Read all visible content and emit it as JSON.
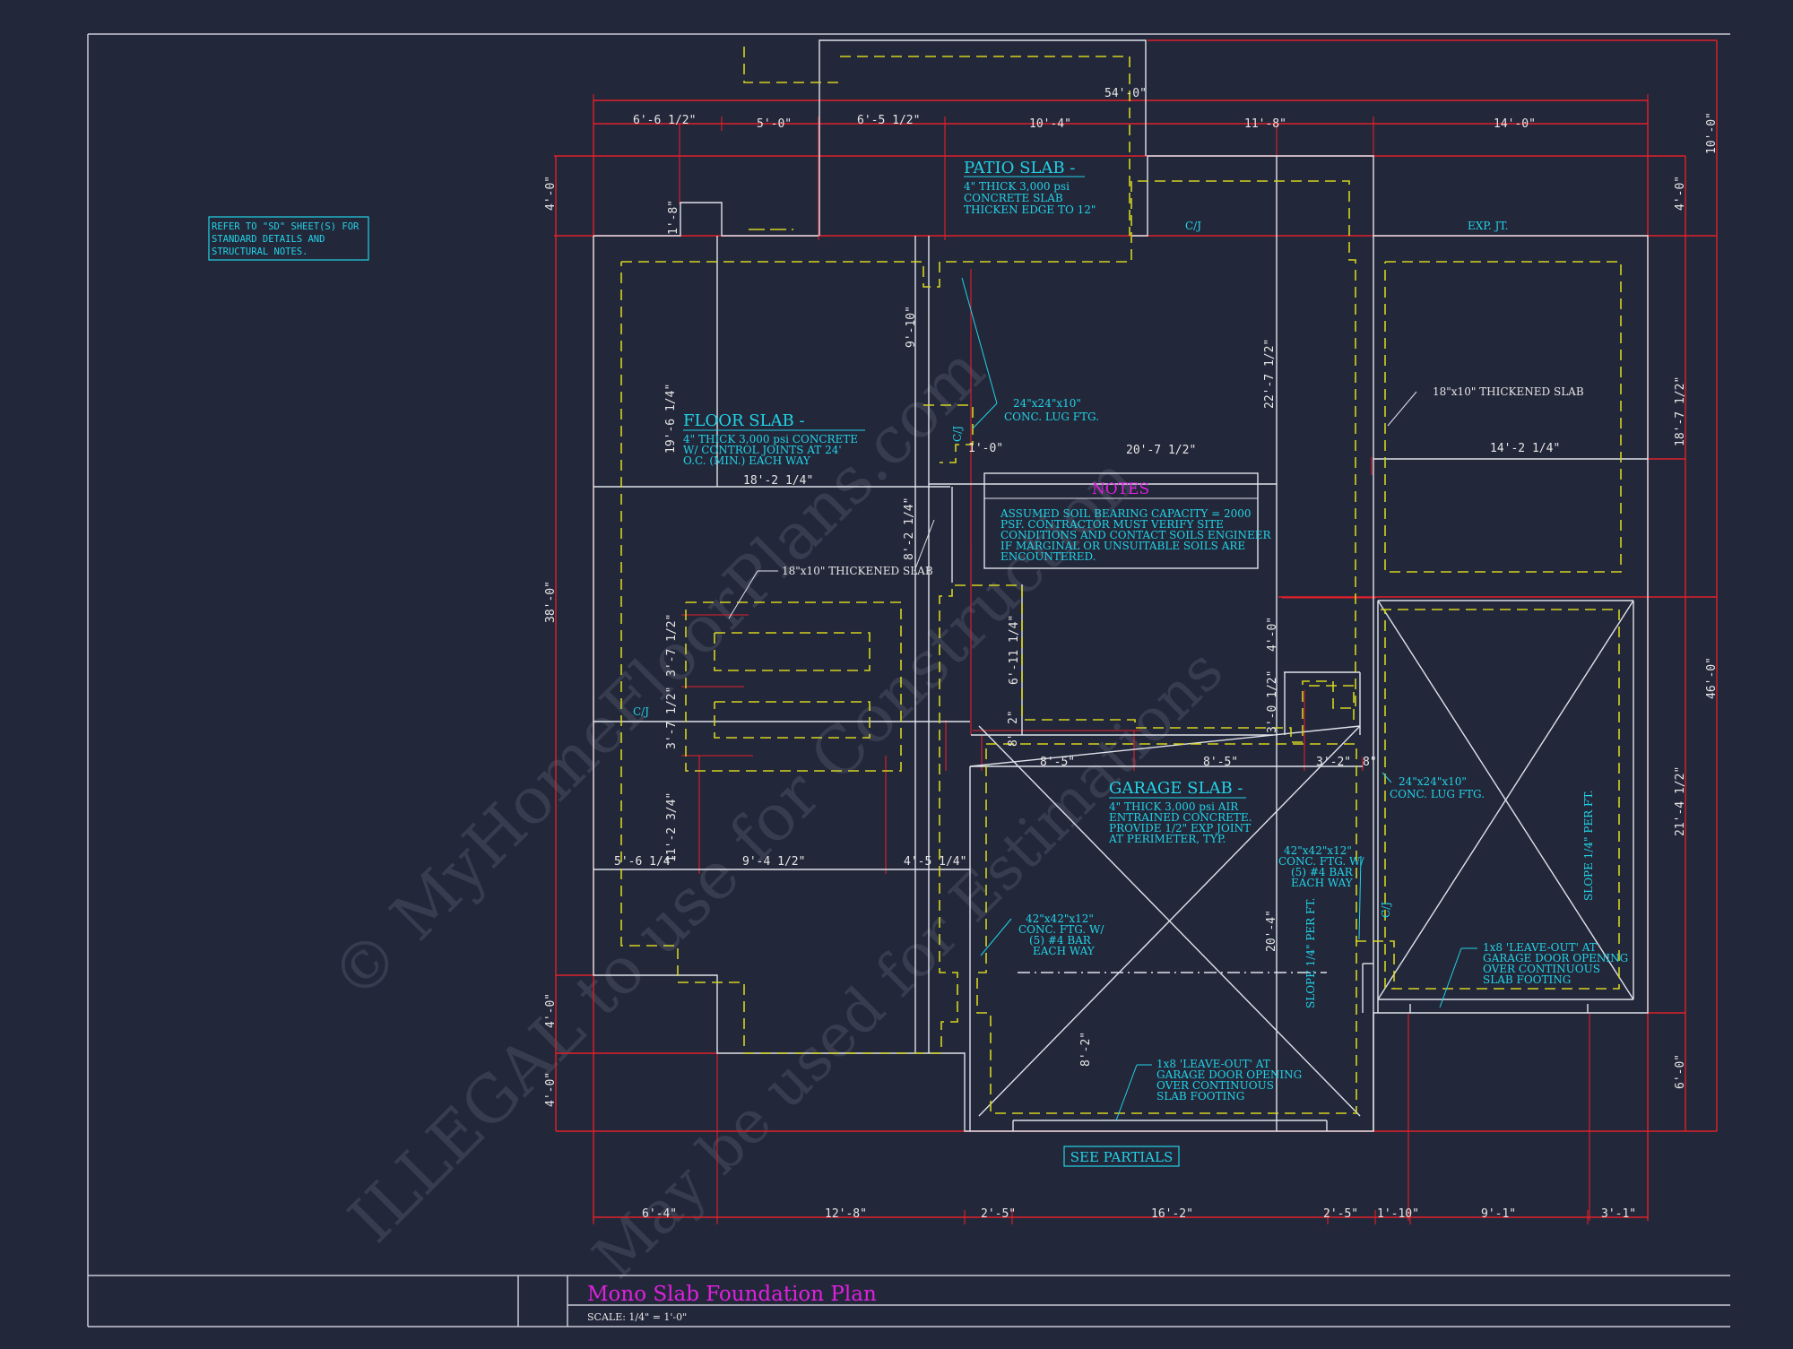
{
  "sheet": {
    "title": "Mono Slab Foundation Plan",
    "scale": "SCALE: 1/4\" = 1'-0\"",
    "reference_note": [
      "REFER TO \"SD\" SHEET(S) FOR",
      "STANDARD DETAILS AND",
      "STRUCTURAL NOTES."
    ],
    "see_partials": "SEE PARTIALS"
  },
  "watermark": {
    "line1": "© MyHomeFloorPlans.com",
    "line2": "ILLEGAL to use for Construction",
    "line3": "May be used for Estimations"
  },
  "patio_slab": {
    "title": "PATIO SLAB -",
    "lines": [
      "4\" THICK 3,000 psi",
      "CONCRETE SLAB",
      "THICKEN EDGE TO 12\""
    ]
  },
  "floor_slab": {
    "title": "FLOOR SLAB -",
    "lines": [
      "4\" THICK 3,000 psi CONCRETE",
      "W/ CONTROL JOINTS AT 24'",
      "O.C. (MIN.) EACH WAY"
    ]
  },
  "garage_slab": {
    "title": "GARAGE SLAB -",
    "lines": [
      "4\" THICK 3,000 psi AIR",
      "ENTRAINED CONCRETE.",
      "PROVIDE 1/2\" EXP JOINT",
      "AT PERIMETER, TYP."
    ]
  },
  "notes": {
    "title": "NOTES",
    "lines": [
      "ASSUMED SOIL BEARING CAPACITY = 2000",
      "PSF.  CONTRACTOR MUST VERIFY SITE",
      "CONDITIONS AND CONTACT SOILS ENGINEER",
      "IF MARGINAL OR UNSUITABLE SOILS ARE",
      "ENCOUNTERED."
    ]
  },
  "callouts": {
    "lug_ftg_1": [
      "24\"x24\"x10\"",
      "CONC. LUG FTG."
    ],
    "lug_ftg_2": [
      "24\"x24\"x10\"",
      "CONC. LUG FTG."
    ],
    "thickened_slab_1": "18\"x10\" THICKENED SLAB",
    "thickened_slab_2": "18\"x10\" THICKENED SLAB",
    "conc_ftg_1": [
      "42\"x42\"x12\"",
      "CONC. FTG. W/",
      "(5) #4 BAR",
      "EACH WAY"
    ],
    "conc_ftg_2": [
      "42\"x42\"x12\"",
      "CONC. FTG. W/",
      "(5) #4 BAR",
      "EACH WAY"
    ],
    "leave_out_1": [
      "1x8 'LEAVE-OUT' AT",
      "GARAGE DOOR OPENING",
      "OVER CONTINUOUS",
      "SLAB FOOTING"
    ],
    "leave_out_2": [
      "1x8 'LEAVE-OUT' AT",
      "GARAGE DOOR OPENING",
      "OVER CONTINUOUS",
      "SLAB FOOTING"
    ],
    "slope_1": "SLOPE 1/4\" PER FT.",
    "slope_2": "SLOPE 1/4\" PER FT.",
    "cj": "C/J",
    "exp_jt": "EXP. JT."
  },
  "dimensions": {
    "top_overall": "54'-0\"",
    "top": [
      "6'-6 1/2\"",
      "5'-0\"",
      "6'-5 1/2\"",
      "10'-4\"",
      "11'-8\"",
      "14'-0\""
    ],
    "bottom": [
      "6'-4\"",
      "12'-8\"",
      "2'-5\"",
      "16'-2\"",
      "2'-5\"",
      "1'-10\"",
      "9'-1\"",
      "3'-1\""
    ],
    "left": [
      "4'-0\"",
      "1'-8\"",
      "38'-0\"",
      "4'-0\"",
      "4'-0\""
    ],
    "right": [
      "10'-0\"",
      "4'-0\"",
      "18'-7 1/2\"",
      "46'-0\"",
      "21'-4 1/2\"",
      "6'-0\""
    ],
    "interior": {
      "d_19_6": "19'-6 1/4\"",
      "d_18_2": "18'-2 1/4\"",
      "d_9_10": "9'-10\"",
      "d_8_2a": "8'-2 1/4\"",
      "d_22_7": "22'-7 1/2\"",
      "d_20_7": "20'-7 1/2\"",
      "d_1_0": "1'-0\"",
      "d_14_2": "14'-2 1/4\"",
      "d_3_7a": "3'-7 1/2\"",
      "d_3_7b": "3'-7 1/2\"",
      "d_6_11": "6'-11 1/4\"",
      "d_4_0": "4'-0\"",
      "d_3_0": "3'-0 1/2\"",
      "d_2": "2\"",
      "d_8": "8\"",
      "d_8_5a": "8'-5\"",
      "d_8_5b": "8'-5\"",
      "d_3_2": "3'-2\"",
      "d_8b": "8\"",
      "d_11_2": "11'-2 3/4\"",
      "d_5_6": "5'-6 1/4\"",
      "d_9_4": "9'-4 1/2\"",
      "d_4_5": "4'-5 1/4\"",
      "d_20_4": "20'-4\"",
      "d_8_2b": "8'-2\""
    }
  },
  "colors": {
    "background": "#23273a",
    "wall": "#dfe3ea",
    "footing": "#d4d420",
    "dimension": "#e0202a",
    "annotation": "#22d3e6",
    "title": "#e020e0"
  }
}
